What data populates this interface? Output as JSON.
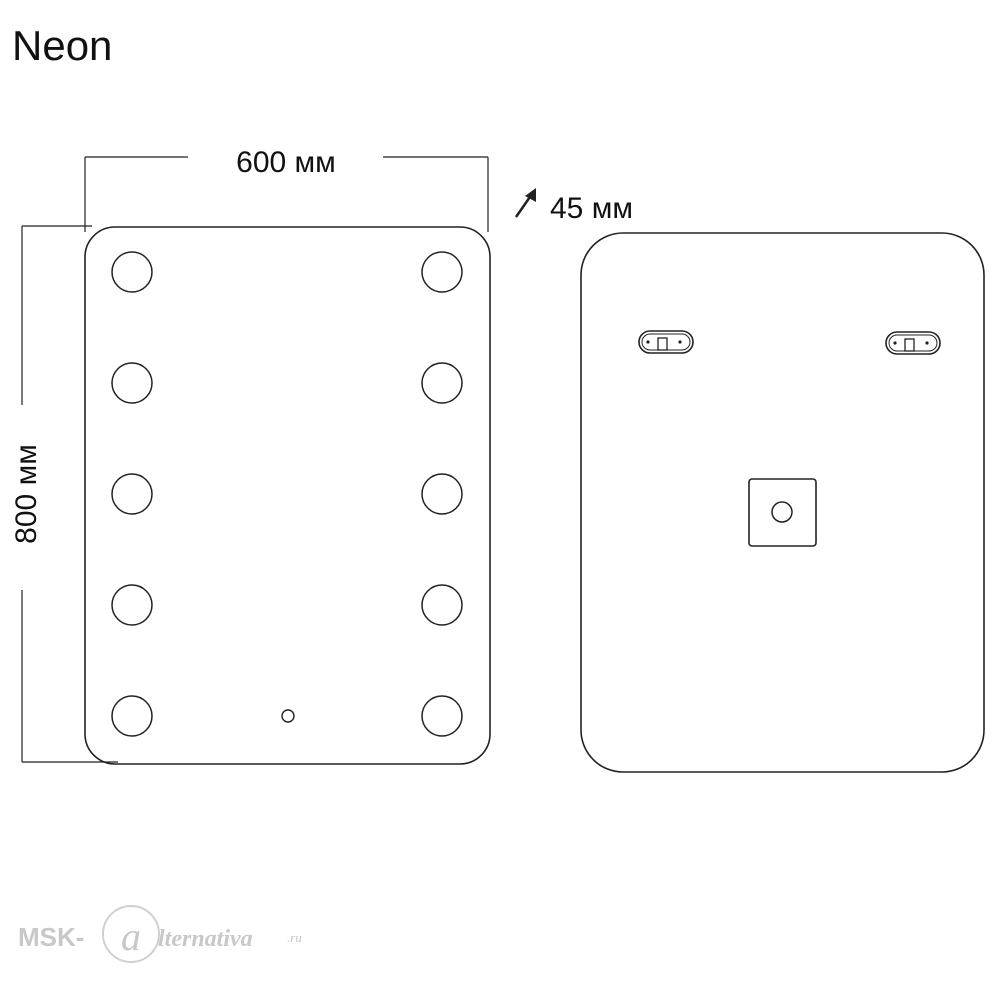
{
  "title": "Neon",
  "dimensions": {
    "width": "600 мм",
    "height": "800 мм",
    "depth": "45 мм"
  },
  "watermark": {
    "left": "MSK-",
    "right": "lternativa",
    "suffix": ".ru"
  },
  "front_view": {
    "bulb_rows": 5,
    "bulb_columns": 2,
    "has_touch_sensor": true
  },
  "back_view": {
    "mounting_brackets": 2,
    "has_switch_box": true
  },
  "colors": {
    "line": "#222222",
    "watermark": "#c8c8c8"
  }
}
